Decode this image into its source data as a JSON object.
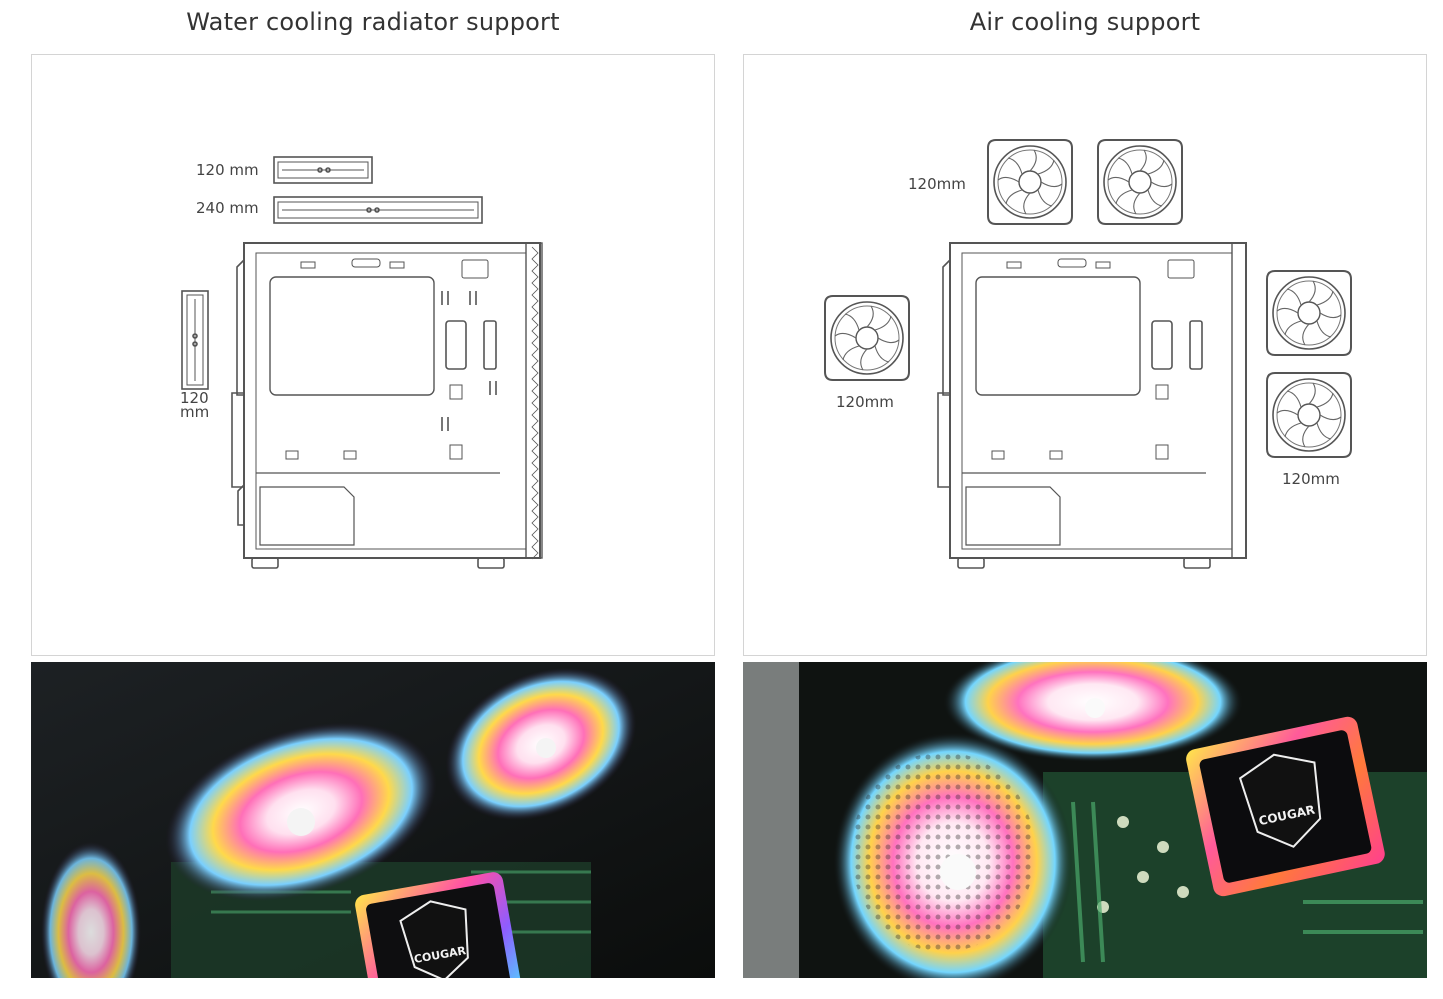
{
  "columns": [
    {
      "title": "Water cooling radiator support",
      "diagram_labels": {
        "top_small": "120 mm",
        "top_large": "240 mm",
        "rear_value": "120",
        "rear_unit": "mm"
      },
      "photo": {
        "brand_logo": "COUGAR"
      }
    },
    {
      "title": "Air cooling support",
      "diagram_labels": {
        "top": "120mm",
        "rear": "120mm",
        "front": "120mm"
      },
      "photo": {
        "brand_logo": "COUGAR"
      }
    }
  ]
}
